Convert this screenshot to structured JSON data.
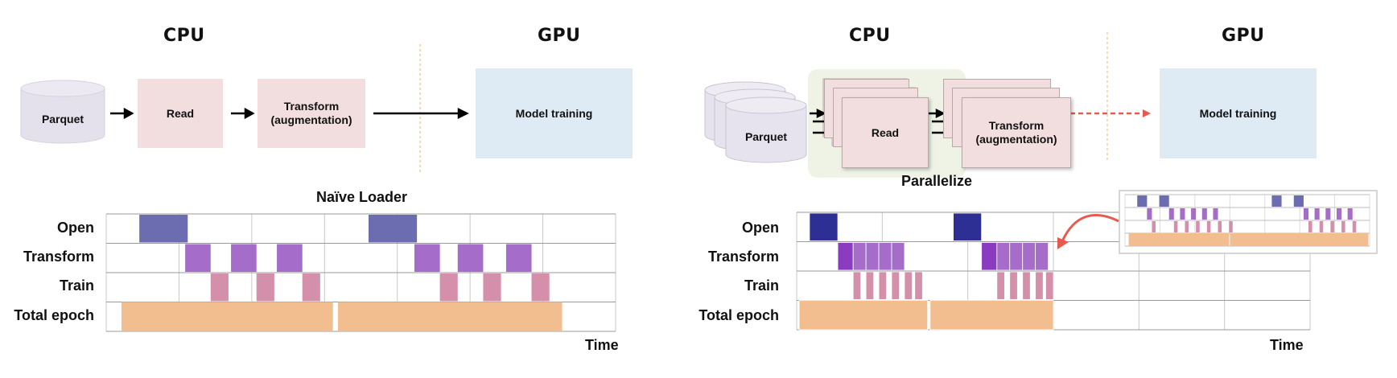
{
  "left": {
    "cpu_label": "CPU",
    "gpu_label": "GPU",
    "parquet": "Parquet",
    "read": "Read",
    "transform_line1": "Transform",
    "transform_line2": "(augmentation)",
    "model_training": "Model training",
    "chart_title": "Naïve Loader"
  },
  "right": {
    "cpu_label": "CPU",
    "gpu_label": "GPU",
    "parquet": "Parquet",
    "read": "Read",
    "transform_line1": "Transform",
    "transform_line2": "(augmentation)",
    "model_training": "Model training",
    "parallel_label": "Parallelize"
  },
  "row_labels": [
    "Open",
    "Transform",
    "Train",
    "Total epoch"
  ],
  "time_label": "Time",
  "colors": {
    "open_naive": "#6b6db0",
    "open_parallel": "#2e2f95",
    "transform": "#a66cc9",
    "transform_dark": "#8a3bbf",
    "train": "#d48fab",
    "epoch": "#f2bd8f",
    "process_box": "#f2dede",
    "gpu_box": "#deebf4",
    "parallel_bg": "#eef3e6",
    "dashed_arrow": "#e85a4f"
  },
  "chart_data": [
    {
      "type": "gantt",
      "title": "Naïve Loader",
      "rows": [
        "Open",
        "Transform",
        "Train",
        "Total epoch"
      ],
      "xlabel": "Time",
      "xlim": [
        0,
        20
      ],
      "grid": true,
      "events": {
        "Open": [
          [
            1.3,
            3.2
          ],
          [
            10.3,
            12.2
          ]
        ],
        "Transform": [
          [
            3.1,
            4.1
          ],
          [
            4.9,
            5.9
          ],
          [
            6.7,
            7.7
          ],
          [
            12.1,
            13.1
          ],
          [
            13.8,
            14.8
          ],
          [
            15.7,
            16.7
          ]
        ],
        "Train": [
          [
            4.1,
            4.8
          ],
          [
            5.9,
            6.6
          ],
          [
            7.7,
            8.4
          ],
          [
            13.1,
            13.8
          ],
          [
            14.8,
            15.5
          ],
          [
            16.7,
            17.4
          ]
        ],
        "Total epoch": [
          [
            0.6,
            8.9
          ],
          [
            9.1,
            17.9
          ]
        ]
      }
    },
    {
      "type": "gantt",
      "title": "Parallelize",
      "rows": [
        "Open",
        "Transform",
        "Train",
        "Total epoch"
      ],
      "xlabel": "Time",
      "xlim": [
        0,
        20
      ],
      "grid": true,
      "events": {
        "Open": [
          [
            0.5,
            1.6
          ],
          [
            6.1,
            7.2
          ]
        ],
        "Transform": [
          [
            1.6,
            2.2
          ],
          [
            2.2,
            2.7
          ],
          [
            2.7,
            3.2
          ],
          [
            3.2,
            3.7
          ],
          [
            3.7,
            4.2
          ],
          [
            7.2,
            7.8
          ],
          [
            7.8,
            8.3
          ],
          [
            8.3,
            8.8
          ],
          [
            8.8,
            9.3
          ],
          [
            9.3,
            9.8
          ]
        ],
        "Train": [
          [
            2.2,
            2.5
          ],
          [
            2.7,
            3.0
          ],
          [
            3.2,
            3.5
          ],
          [
            3.7,
            4.0
          ],
          [
            4.2,
            4.5
          ],
          [
            4.6,
            4.9
          ],
          [
            7.8,
            8.1
          ],
          [
            8.3,
            8.6
          ],
          [
            8.8,
            9.1
          ],
          [
            9.3,
            9.6
          ],
          [
            9.7,
            10.0
          ]
        ],
        "Total epoch": [
          [
            0.1,
            5.1
          ],
          [
            5.2,
            10.0
          ]
        ]
      }
    }
  ]
}
